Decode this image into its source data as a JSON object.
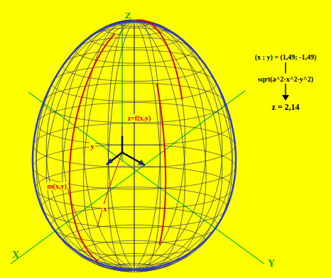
{
  "diagram": {
    "labels": [
      "Z",
      "X",
      "Y",
      "z=f(x,y)",
      "y",
      "m(x,y)",
      "x",
      "(x ; y) = (1,49; -1,49)",
      "sqrt(a^2-x^2-y^2)",
      "z = 2,14"
    ]
  }
}
